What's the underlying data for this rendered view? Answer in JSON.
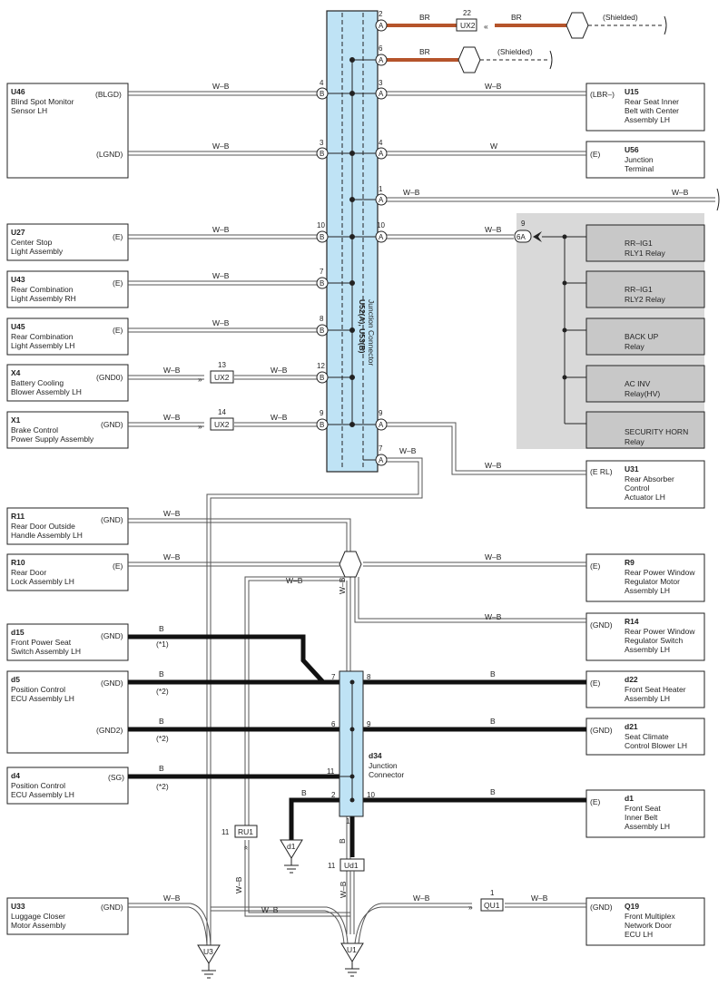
{
  "junction": {
    "label_main": "U52(A), U53(B)",
    "label_sub": "Junction Connector",
    "connector_a": "A",
    "connector_b": "B"
  },
  "wires": {
    "wb": "W–B",
    "w": "W",
    "br": "BR",
    "b": "B"
  },
  "shielded": "(Shielded)",
  "left_components": [
    {
      "id": "U46",
      "name": [
        "Blind Spot Monitor",
        "Sensor LH"
      ],
      "terminal": "(BLGD)",
      "pin": "4"
    },
    {
      "id": "U27",
      "name": [
        "Center Stop",
        "Light Assembly"
      ],
      "terminal": "(E)",
      "pin": "10"
    },
    {
      "id": "U43",
      "name": [
        "Rear Combination",
        "Light Assembly RH"
      ],
      "terminal": "(E)",
      "pin": "7"
    },
    {
      "id": "U45",
      "name": [
        "Rear Combination",
        "Light Assembly LH"
      ],
      "terminal": "(E)",
      "pin": "8"
    },
    {
      "id": "X4",
      "name": [
        "Battery Cooling",
        "Blower Assembly LH"
      ],
      "terminal": "(GND0)",
      "pin": "12",
      "inline": "UX2",
      "inline_pin": "13"
    },
    {
      "id": "X1",
      "name": [
        "Brake Control",
        "Power Supply Assembly"
      ],
      "terminal": "(GND)",
      "pin": "9",
      "inline": "UX2",
      "inline_pin": "14"
    },
    {
      "id": "R11",
      "name": [
        "Rear Door Outside",
        "Handle Assembly LH"
      ],
      "terminal": "(GND)"
    },
    {
      "id": "R10",
      "name": [
        "Rear Door",
        "Lock Assembly LH"
      ],
      "terminal": "(E)"
    },
    {
      "id": "d15",
      "name": [
        "Front Power Seat",
        "Switch Assembly LH"
      ],
      "terminal": "(GND)",
      "note": "(*1)"
    },
    {
      "id": "d5",
      "name": [
        "Position Control",
        "ECU Assembly LH"
      ],
      "terminal": "(GND)",
      "terminal2": "(GND2)",
      "note": "(*2)"
    },
    {
      "id": "d4",
      "name": [
        "Position Control",
        "ECU Assembly LH"
      ],
      "terminal": "(SG)",
      "note": "(*2)"
    },
    {
      "id": "U33",
      "name": [
        "Luggage Closer",
        "Motor Assembly"
      ],
      "terminal": "(GND)"
    }
  ],
  "lgnd_terminal": "(LGND)",
  "lgnd_pin": "3",
  "right_components": [
    {
      "id": "U15",
      "name": [
        "Rear Seat Inner",
        "Belt with Center",
        "Assembly LH"
      ],
      "terminal": "(LBR–)",
      "pin": "3"
    },
    {
      "id": "U56",
      "name": [
        "Junction",
        "Terminal"
      ],
      "terminal": "(E)",
      "pin": "4"
    },
    {
      "id": "U31",
      "name": [
        "Rear Absorber",
        "Control",
        "Actuator LH"
      ],
      "terminal": "(E RL)",
      "pin": "9"
    },
    {
      "id": "R9",
      "name": [
        "Rear Power Window",
        "Regulator Motor",
        "Assembly LH"
      ],
      "terminal": "(E)"
    },
    {
      "id": "R14",
      "name": [
        "Rear Power Window",
        "Regulator Switch",
        "Assembly LH"
      ],
      "terminal": "(GND)"
    },
    {
      "id": "d22",
      "name": [
        "Front Seat Heater",
        "Assembly LH"
      ],
      "terminal": "(E)"
    },
    {
      "id": "d21",
      "name": [
        "Seat Climate",
        "Control Blower LH"
      ],
      "terminal": "(GND)"
    },
    {
      "id": "d1",
      "name": [
        "Front Seat",
        "Inner Belt",
        "Assembly LH"
      ],
      "terminal": "(E)"
    },
    {
      "id": "Q19",
      "name": [
        "Front Multiplex",
        "Network Door",
        "ECU LH"
      ],
      "terminal": "(GND)"
    }
  ],
  "relays": [
    {
      "name": [
        "RR–IG1",
        "RLY1 Relay"
      ]
    },
    {
      "name": [
        "RR–IG1",
        "RLY2 Relay"
      ]
    },
    {
      "name": [
        "BACK UP",
        "Relay"
      ]
    },
    {
      "name": [
        "AC INV",
        "Relay(HV)"
      ]
    },
    {
      "name": [
        "SECURITY HORN",
        "Relay"
      ]
    }
  ],
  "relay_connector": "6A",
  "relay_connector_pin": "9",
  "top_pins": {
    "a2": "2",
    "a6": "6",
    "a1": "1",
    "a10": "10",
    "a7": "7",
    "ux2_pin": "22",
    "ux2": "UX2"
  },
  "d34": {
    "id": "d34",
    "name": [
      "Junction",
      "Connector"
    ],
    "pins": {
      "p7": "7",
      "p6": "6",
      "p11": "11",
      "p2": "2",
      "p8": "8",
      "p9": "9",
      "p10": "10",
      "p1": "1"
    }
  },
  "grounds": {
    "u3": "U3",
    "u1": "U1",
    "d1g": "d1"
  },
  "inline": {
    "ru1": "RU1",
    "ru1_pin": "11",
    "ud1": "Ud1",
    "ud1_pin": "11",
    "qu1": "QU1",
    "qu1_pin": "1"
  },
  "colors": {
    "junction_fill": "#bfe3f5",
    "br_wire": "#b5542b",
    "relay_bg": "#d9d9d9",
    "relay_fill": "#c8c8c8",
    "wire_black": "#111111"
  }
}
